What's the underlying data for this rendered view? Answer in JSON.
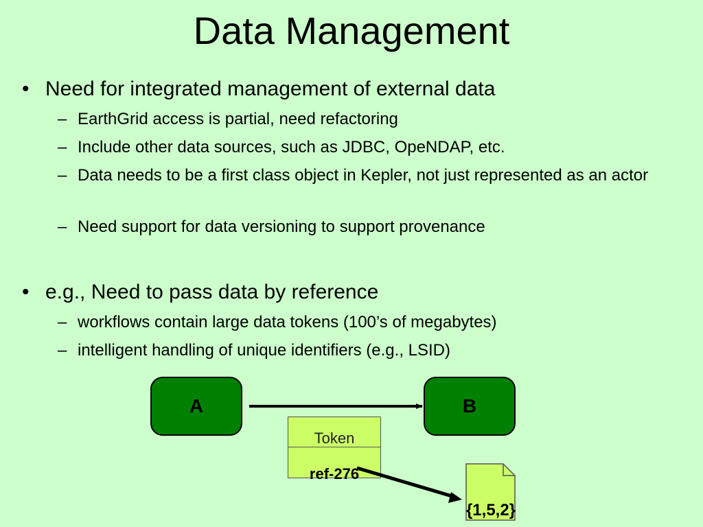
{
  "slide": {
    "title": "Data Management",
    "bullet_glyph": "•",
    "dash_glyph": "–",
    "sections": [
      {
        "text": "Need for integrated management of external data",
        "subitems": [
          "EarthGrid access is partial, need refactoring",
          "Include other data sources, such as JDBC, OpeNDAP, etc.",
          "Data needs to be a first class object in Kepler, not just represented as an actor",
          "Need support for data versioning to support provenance"
        ]
      },
      {
        "text": "e.g., Need to pass data by reference",
        "subitems": [
          "workflows contain large data tokens (100’s of megabytes)",
          "intelligent handling of unique identifiers (e.g., LSID)"
        ]
      }
    ]
  },
  "diagram": {
    "node_a": "A",
    "node_b": "B",
    "token_label": "Token",
    "token_ref": "ref-276",
    "document_value": "{1,5,2}",
    "colors": {
      "background": "#ccffcc",
      "node_fill": "#008000",
      "token_fill": "#ccff66",
      "document_fill": "#ccff66"
    }
  }
}
